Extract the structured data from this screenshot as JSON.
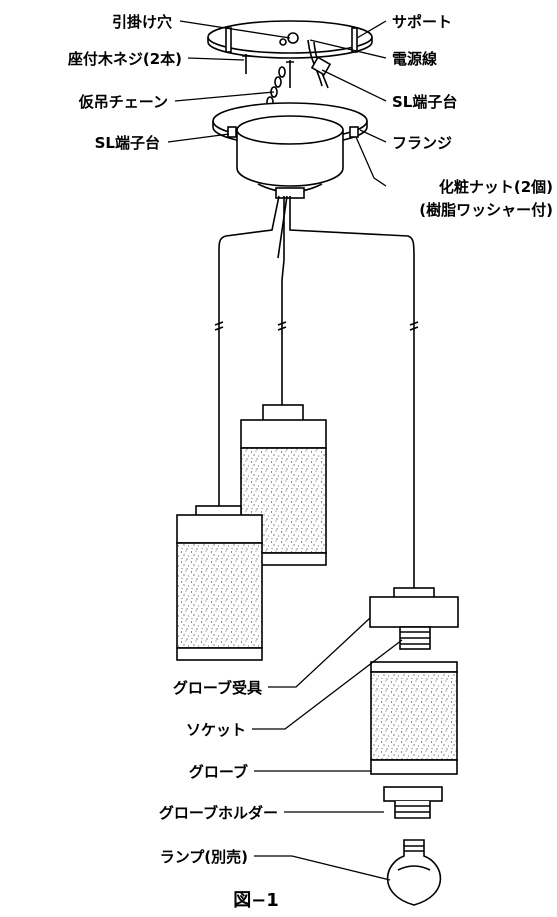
{
  "labels": {
    "hook_hole": "引掛け穴",
    "support": "サポート",
    "wood_screw": "座付木ネジ(2本)",
    "power_cord": "電源線",
    "temp_chain": "仮吊チェーン",
    "sl_terminal_right": "SL端子台",
    "sl_terminal_left": "SL端子台",
    "flange": "フランジ",
    "deco_nut": "化粧ナット(2個)",
    "resin_washer": "(樹脂ワッシャー付)",
    "globe_receiver": "グローブ受具",
    "socket": "ソケット",
    "globe": "グローブ",
    "globe_holder": "グローブホルダー",
    "lamp": "ランプ(別売)"
  },
  "caption": "図−1"
}
